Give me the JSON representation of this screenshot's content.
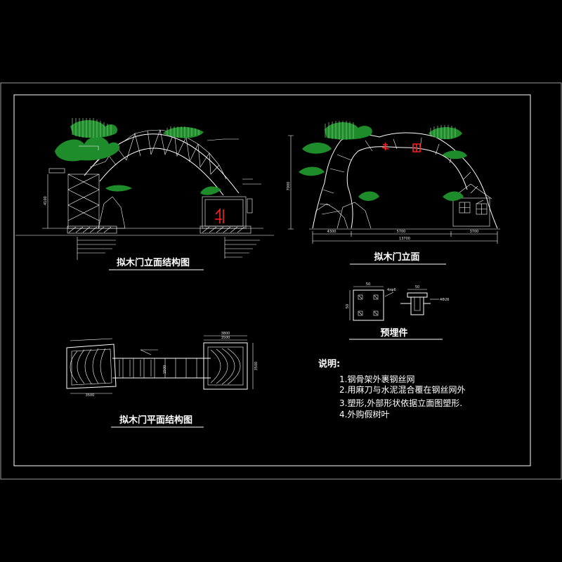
{
  "titles": {
    "elevation_structure": "拟木门立面结构图",
    "elevation": "拟木门立面",
    "embedded_part": "预埋件",
    "plan_structure": "拟木门平面结构图"
  },
  "notes": {
    "heading": "说明:",
    "items": [
      "1.钢骨架外裹钢丝网",
      "2.用麻刀与水泥混合覆在钢丝网外",
      "3.塑形,外部形状依据立面图塑形.",
      "4.外购假树叶"
    ]
  },
  "dimensions": {
    "elev_height": "7000",
    "elev_left": "4300",
    "elev_mid": "5700",
    "elev_right": "3700",
    "elev_total": "13700",
    "struct_height": "4100",
    "emb_w1": "50",
    "emb_h1": "50",
    "emb_w2": "50",
    "emb_note1": "4xφ6",
    "emb_note2": "4Φ26",
    "plan_w1": "3800",
    "plan_w2": "3500",
    "plan_depth": "3500",
    "plan_mid": "1500"
  },
  "colors": {
    "background": "#000000",
    "linework": "#ffffff",
    "foliage": "#1e8c2a",
    "accent": "#ff2020"
  }
}
